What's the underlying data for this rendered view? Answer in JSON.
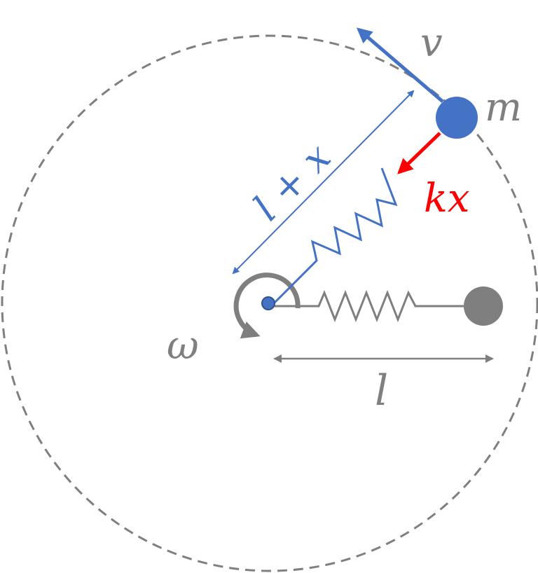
{
  "labels": {
    "velocity": "v",
    "mass": "m",
    "spring_force": "kx",
    "stretched_length": "l + x",
    "angular_velocity": "ω",
    "rest_length": "l"
  },
  "colors": {
    "blue": "#4472C4",
    "gray": "#7F7F7F",
    "red": "#FF0000"
  }
}
